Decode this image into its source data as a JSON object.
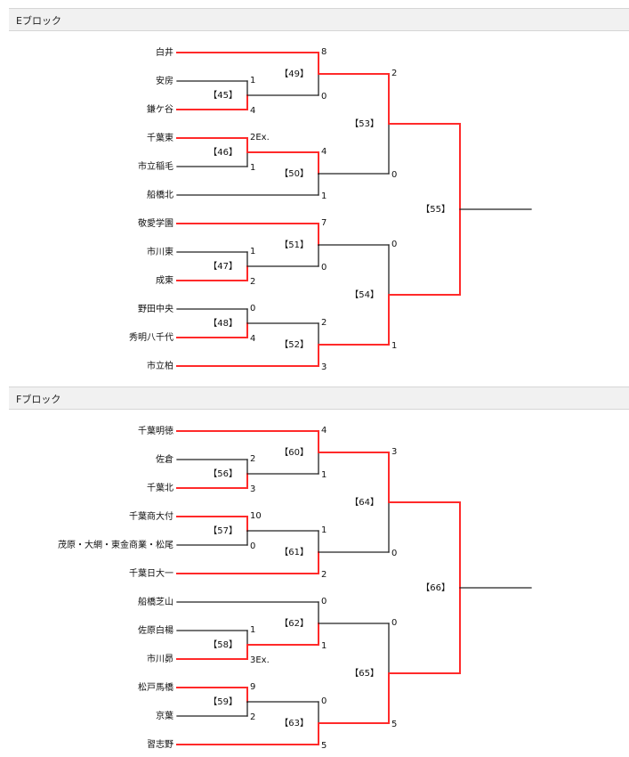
{
  "colors": {
    "win": "#ff2a2a",
    "lose": "#222222",
    "header_bg": "#f1f1f1"
  },
  "blocks": [
    {
      "title": "Eブロック",
      "teams": [
        "白井",
        "安房",
        "鎌ケ谷",
        "千葉東",
        "市立稲毛",
        "船橋北",
        "敬愛学園",
        "市川東",
        "成東",
        "野田中央",
        "秀明八千代",
        "市立柏"
      ],
      "round1": [
        {
          "label": "【45】",
          "scores": [
            "1",
            "4"
          ]
        },
        {
          "label": "【46】",
          "scores": [
            "2Ex.",
            "1"
          ]
        },
        {
          "label": "【47】",
          "scores": [
            "1",
            "2"
          ]
        },
        {
          "label": "【48】",
          "scores": [
            "0",
            "4"
          ]
        }
      ],
      "round2": [
        {
          "label": "【49】",
          "scores": [
            "8",
            "0"
          ]
        },
        {
          "label": "【50】",
          "scores": [
            "4",
            "1"
          ]
        },
        {
          "label": "【51】",
          "scores": [
            "7",
            "0"
          ]
        },
        {
          "label": "【52】",
          "scores": [
            "2",
            "3"
          ]
        }
      ],
      "round3": [
        {
          "label": "【53】",
          "scores": [
            "2",
            "0"
          ]
        },
        {
          "label": "【54】",
          "scores": [
            "0",
            "1"
          ]
        }
      ],
      "final": {
        "label": "【55】"
      }
    },
    {
      "title": "Fブロック",
      "teams": [
        "千葉明徳",
        "佐倉",
        "千葉北",
        "千葉商大付",
        "茂原・大網・東金商業・松尾",
        "千葉日大一",
        "船橋芝山",
        "佐原白楊",
        "市川昴",
        "松戸馬橋",
        "京葉",
        "習志野"
      ],
      "round1": [
        {
          "label": "【56】",
          "scores": [
            "2",
            "3"
          ]
        },
        {
          "label": "【57】",
          "scores": [
            "10",
            "0"
          ]
        },
        {
          "label": "【58】",
          "scores": [
            "1",
            "3Ex."
          ]
        },
        {
          "label": "【59】",
          "scores": [
            "9",
            "2"
          ]
        }
      ],
      "round2": [
        {
          "label": "【60】",
          "scores": [
            "4",
            "1"
          ]
        },
        {
          "label": "【61】",
          "scores": [
            "1",
            "2"
          ]
        },
        {
          "label": "【62】",
          "scores": [
            "0",
            "1"
          ]
        },
        {
          "label": "【63】",
          "scores": [
            "0",
            "5"
          ]
        }
      ],
      "round3": [
        {
          "label": "【64】",
          "scores": [
            "3",
            "0"
          ]
        },
        {
          "label": "【65】",
          "scores": [
            "0",
            "5"
          ]
        }
      ],
      "final": {
        "label": "【66】"
      }
    }
  ]
}
